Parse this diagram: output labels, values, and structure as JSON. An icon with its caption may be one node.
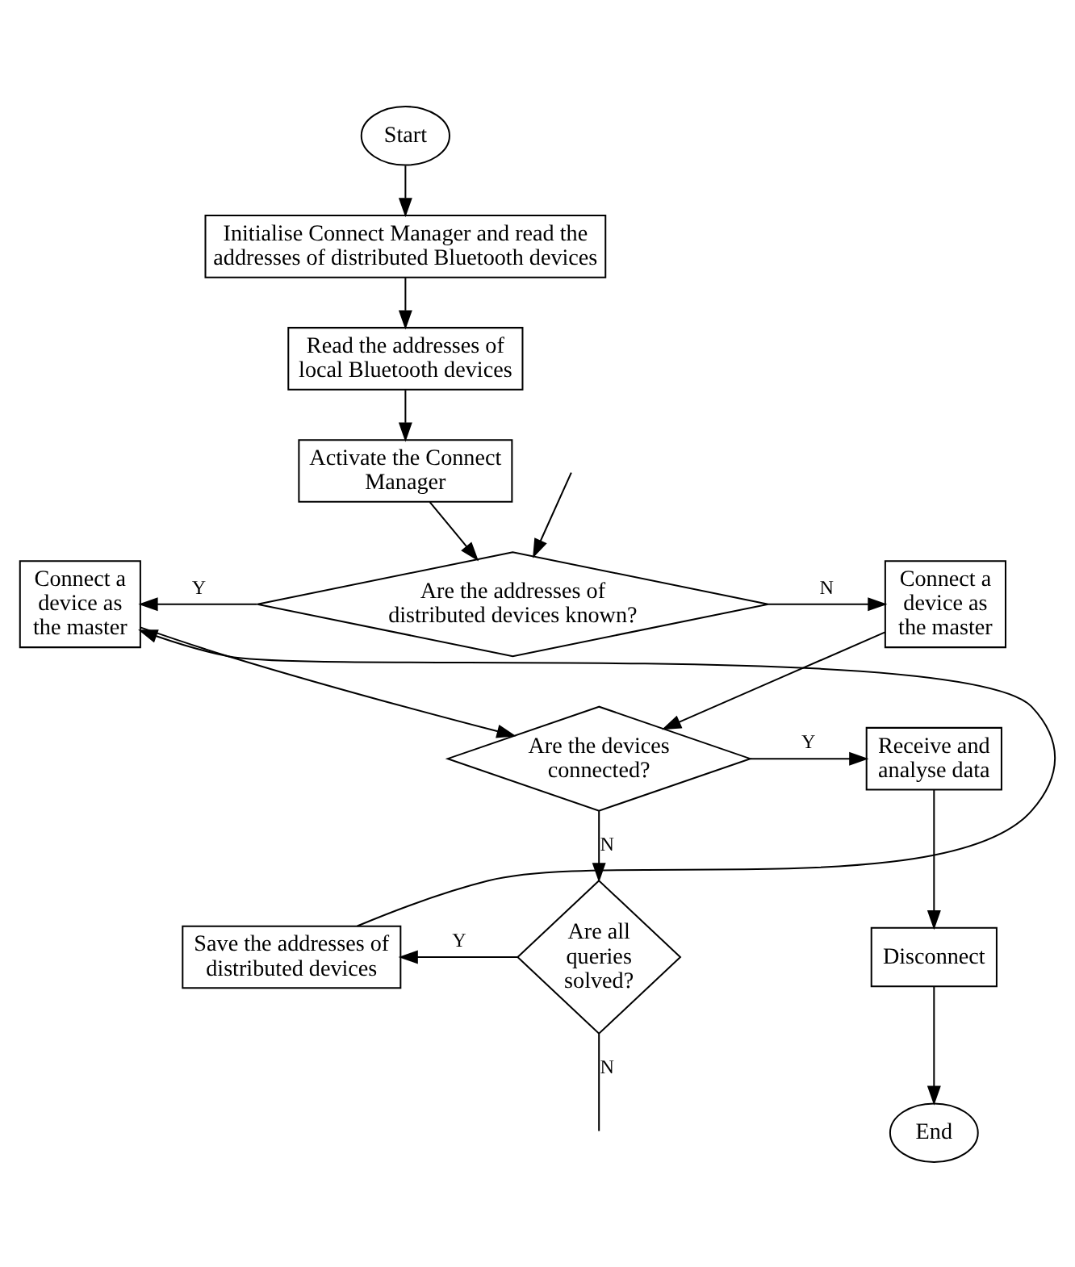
{
  "diagram": {
    "nodes": [
      {
        "text": [
          "Start"
        ]
      },
      {
        "text": [
          "Initialise Connect Manager and read the addresses of distributed Bluetooth devices"
        ]
      },
      {
        "text": [
          "Read the addresses of local Bluetooth devices"
        ]
      },
      {
        "text": [
          "Activate the Connect Manager"
        ]
      },
      {
        "text": [
          "Are the addresses of distributed devices known?"
        ]
      },
      {
        "text": [
          "Connect a device as the master"
        ]
      },
      {
        "text": [
          "Connect a device as the master"
        ]
      },
      {
        "text": [
          "Are the devices connected?"
        ]
      },
      {
        "text": [
          "Receive and analyse data"
        ]
      },
      {
        "text": [
          "Disconnect"
        ]
      },
      {
        "text": [
          "End"
        ]
      },
      {
        "text": [
          "Are all queries solved?"
        ]
      },
      {
        "text": [
          "Save the addresses of distributed devices"
        ]
      }
    ],
    "edges": [
      {
        "from": 0,
        "to": 1,
        "arrow": "to"
      },
      {
        "from": 1,
        "to": 2,
        "arrow": "to"
      },
      {
        "from": 2,
        "to": 3,
        "arrow": "to"
      },
      {
        "from": 3,
        "to": 4,
        "arrow": "to"
      },
      {
        "from": null,
        "to": 4,
        "arrow": "to"
      },
      {
        "from": 4,
        "to": 5,
        "label": "Y",
        "arrow": "to"
      },
      {
        "from": 4,
        "to": 6,
        "label": "N",
        "arrow": "to"
      },
      {
        "from": 5,
        "to": 7,
        "arrow": "to"
      },
      {
        "from": 6,
        "to": 7,
        "arrow": "to"
      },
      {
        "from": 7,
        "to": 8,
        "label": "Y",
        "arrow": "to"
      },
      {
        "from": 7,
        "to": 11,
        "label": "N",
        "arrow": "to"
      },
      {
        "from": 8,
        "to": 9,
        "arrow": "to"
      },
      {
        "from": 9,
        "to": 10,
        "arrow": "to"
      },
      {
        "from": 11,
        "to": 12,
        "label": "Y",
        "arrow": "to"
      },
      {
        "from": 12,
        "to": 5,
        "arrow": "to"
      },
      {
        "from": 11,
        "to": null,
        "label": "N",
        "arrow": "none"
      }
    ]
  }
}
